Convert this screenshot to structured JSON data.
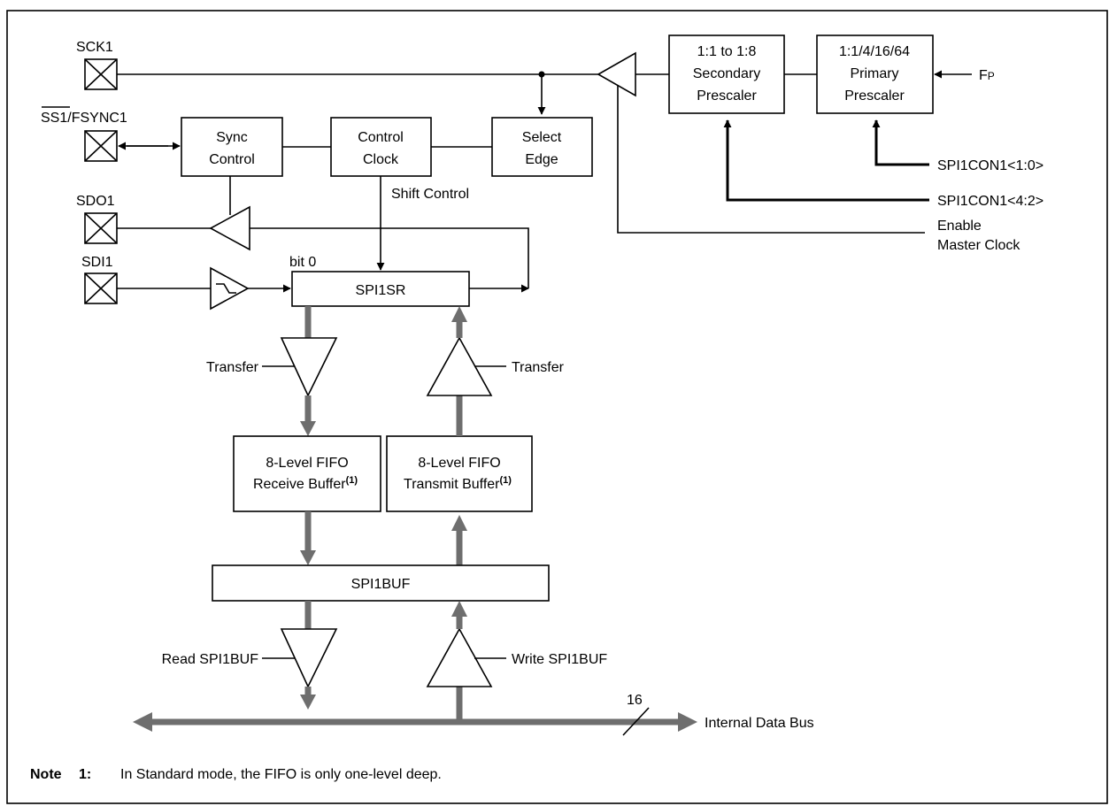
{
  "pins": {
    "sck": "SCK1",
    "ss_bar": "SS1",
    "ss_rest": "/FSYNC1",
    "sdo": "SDO1",
    "sdi": "SDI1"
  },
  "blocks": {
    "secondary_prescaler": [
      "1:1 to 1:8",
      "Secondary",
      "Prescaler"
    ],
    "primary_prescaler": [
      "1:1/4/16/64",
      "Primary",
      "Prescaler"
    ],
    "sync_control": [
      "Sync",
      "Control"
    ],
    "control_clock": [
      "Control",
      "Clock"
    ],
    "select_edge": [
      "Select",
      "Edge"
    ],
    "shift_register": "SPI1SR",
    "receive_fifo": {
      "line1": "8-Level FIFO",
      "line2": "Receive Buffer",
      "sup": "(1)"
    },
    "transmit_fifo": {
      "line1": "8-Level FIFO",
      "line2": "Transmit Buffer",
      "sup": "(1)"
    },
    "buffer": "SPI1BUF"
  },
  "signals": {
    "fp_main": "F",
    "fp_sub": "P",
    "spi1con1_1_0": "SPI1CON1<1:0>",
    "spi1con1_4_2": "SPI1CON1<4:2>",
    "enable_master_clock": [
      "Enable",
      "Master Clock"
    ],
    "shift_control": "Shift Control",
    "bit0": "bit 0",
    "transfer_left": "Transfer",
    "transfer_right": "Transfer",
    "read_buf": "Read SPI1BUF",
    "write_buf": "Write SPI1BUF",
    "bus_width": "16",
    "internal_bus": "Internal Data Bus"
  },
  "note": {
    "label": "Note",
    "number": "1:",
    "text": "In Standard mode, the FIFO is only one-level deep."
  }
}
